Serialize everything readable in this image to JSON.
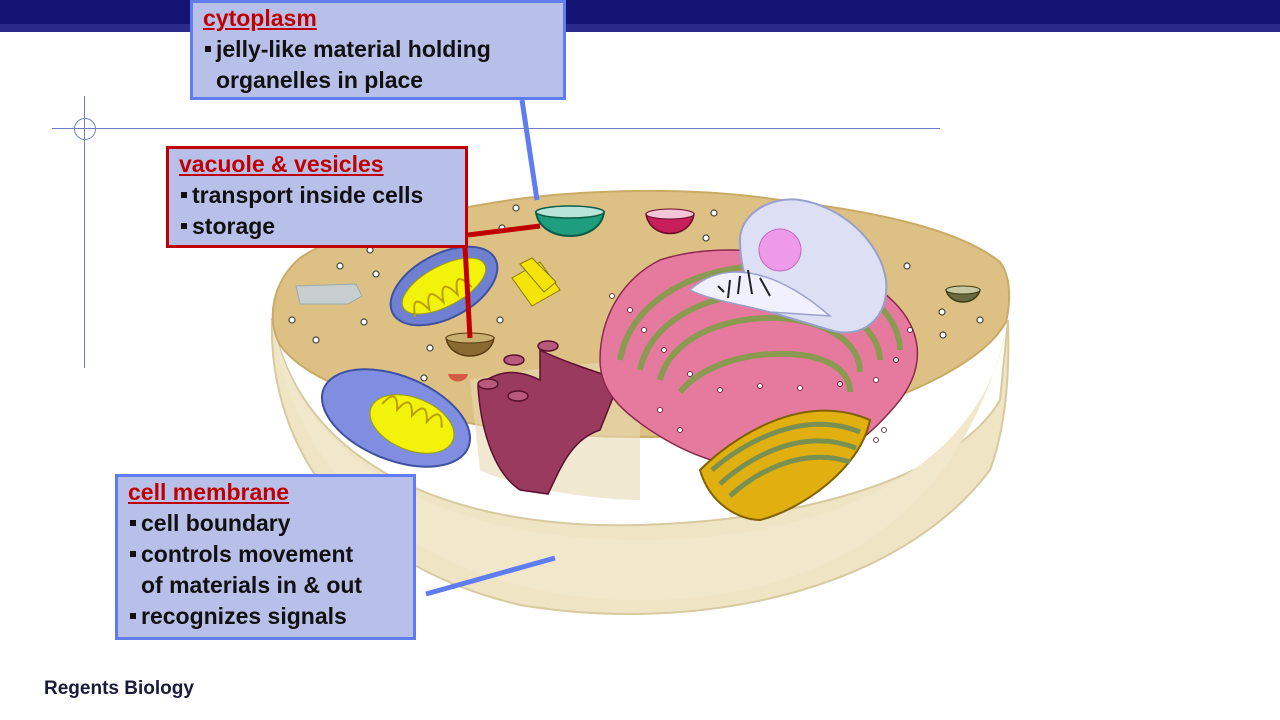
{
  "footer": {
    "text": "Regents Biology"
  },
  "labels": {
    "cytoplasm": {
      "title": "cytoplasm",
      "lines": [
        "jelly-like material holding",
        "organelles in place"
      ]
    },
    "vacuole": {
      "title": "vacuole & vesicles",
      "lines": [
        "transport inside cells",
        "storage"
      ]
    },
    "membrane": {
      "title": "cell membrane",
      "lines": [
        "cell boundary",
        "controls movement",
        "of materials in & out",
        "recognizes signals"
      ]
    }
  },
  "colors": {
    "title_bar": "#141474",
    "label_fill": "#b8c0ea",
    "label_border": "#5f7cf0",
    "label_title": "#c00000",
    "cytoplasm": "#ddc184",
    "membrane": "#efe4c4"
  }
}
